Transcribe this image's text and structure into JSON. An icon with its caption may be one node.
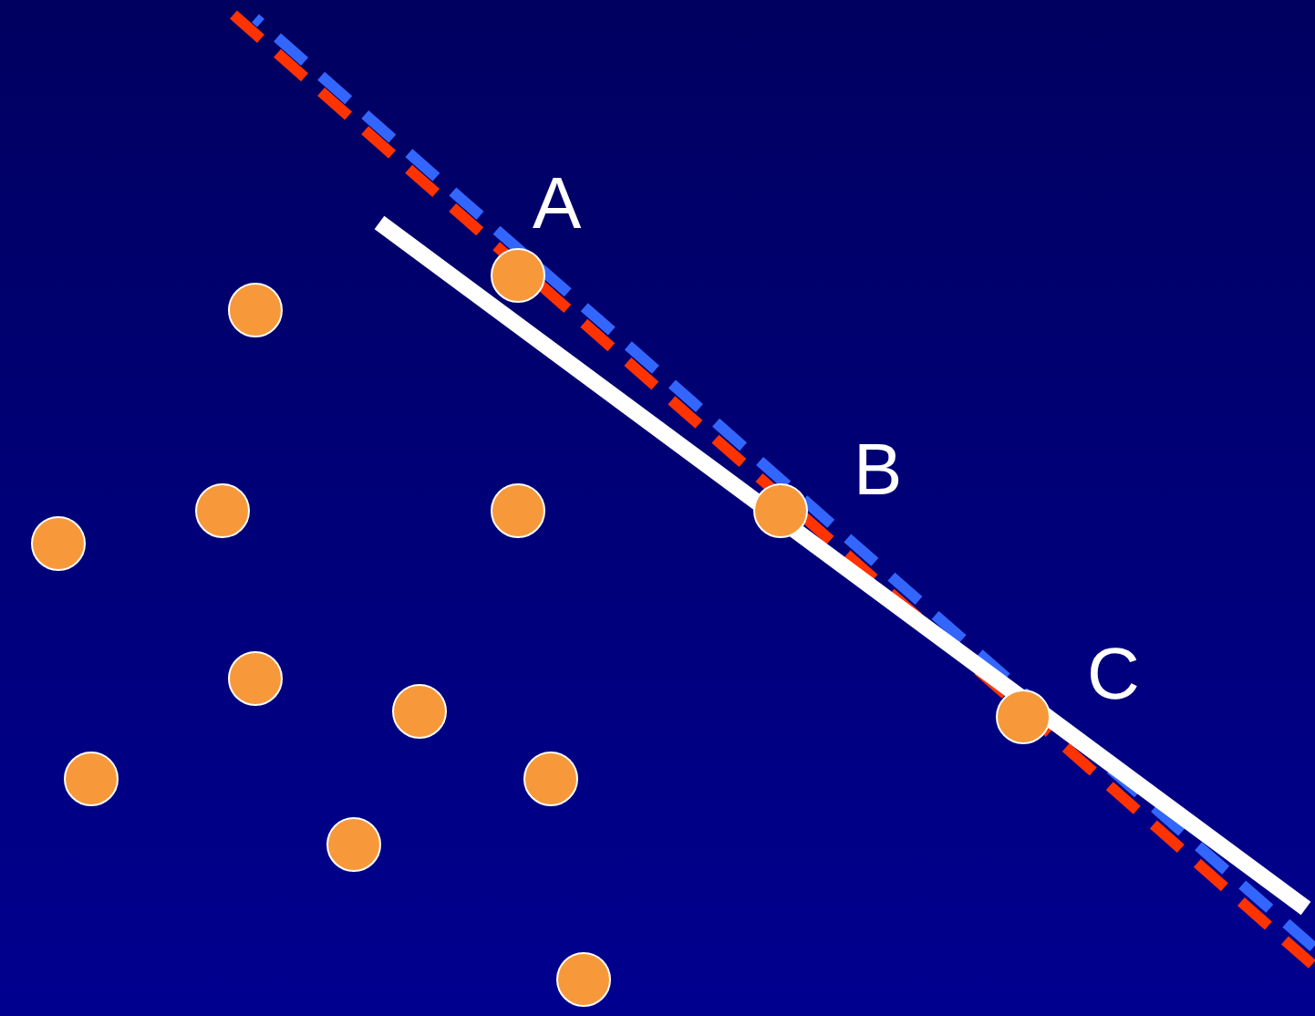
{
  "diagram": {
    "nodes": [
      {
        "text": [],
        "shape": "circle",
        "beside": [
          "A"
        ]
      },
      {
        "text": [],
        "shape": "circle"
      },
      {
        "text": [],
        "shape": "circle"
      },
      {
        "text": [],
        "shape": "circle"
      },
      {
        "text": [],
        "shape": "circle",
        "beside": [
          "B"
        ]
      },
      {
        "text": [],
        "shape": "circle"
      },
      {
        "text": [],
        "shape": "circle"
      },
      {
        "text": [],
        "shape": "circle"
      },
      {
        "text": [],
        "shape": "circle",
        "beside": [
          "C"
        ]
      },
      {
        "text": [],
        "shape": "circle"
      },
      {
        "text": [],
        "shape": "circle"
      },
      {
        "text": [],
        "shape": "circle"
      },
      {
        "text": [],
        "shape": "circle"
      }
    ]
  }
}
